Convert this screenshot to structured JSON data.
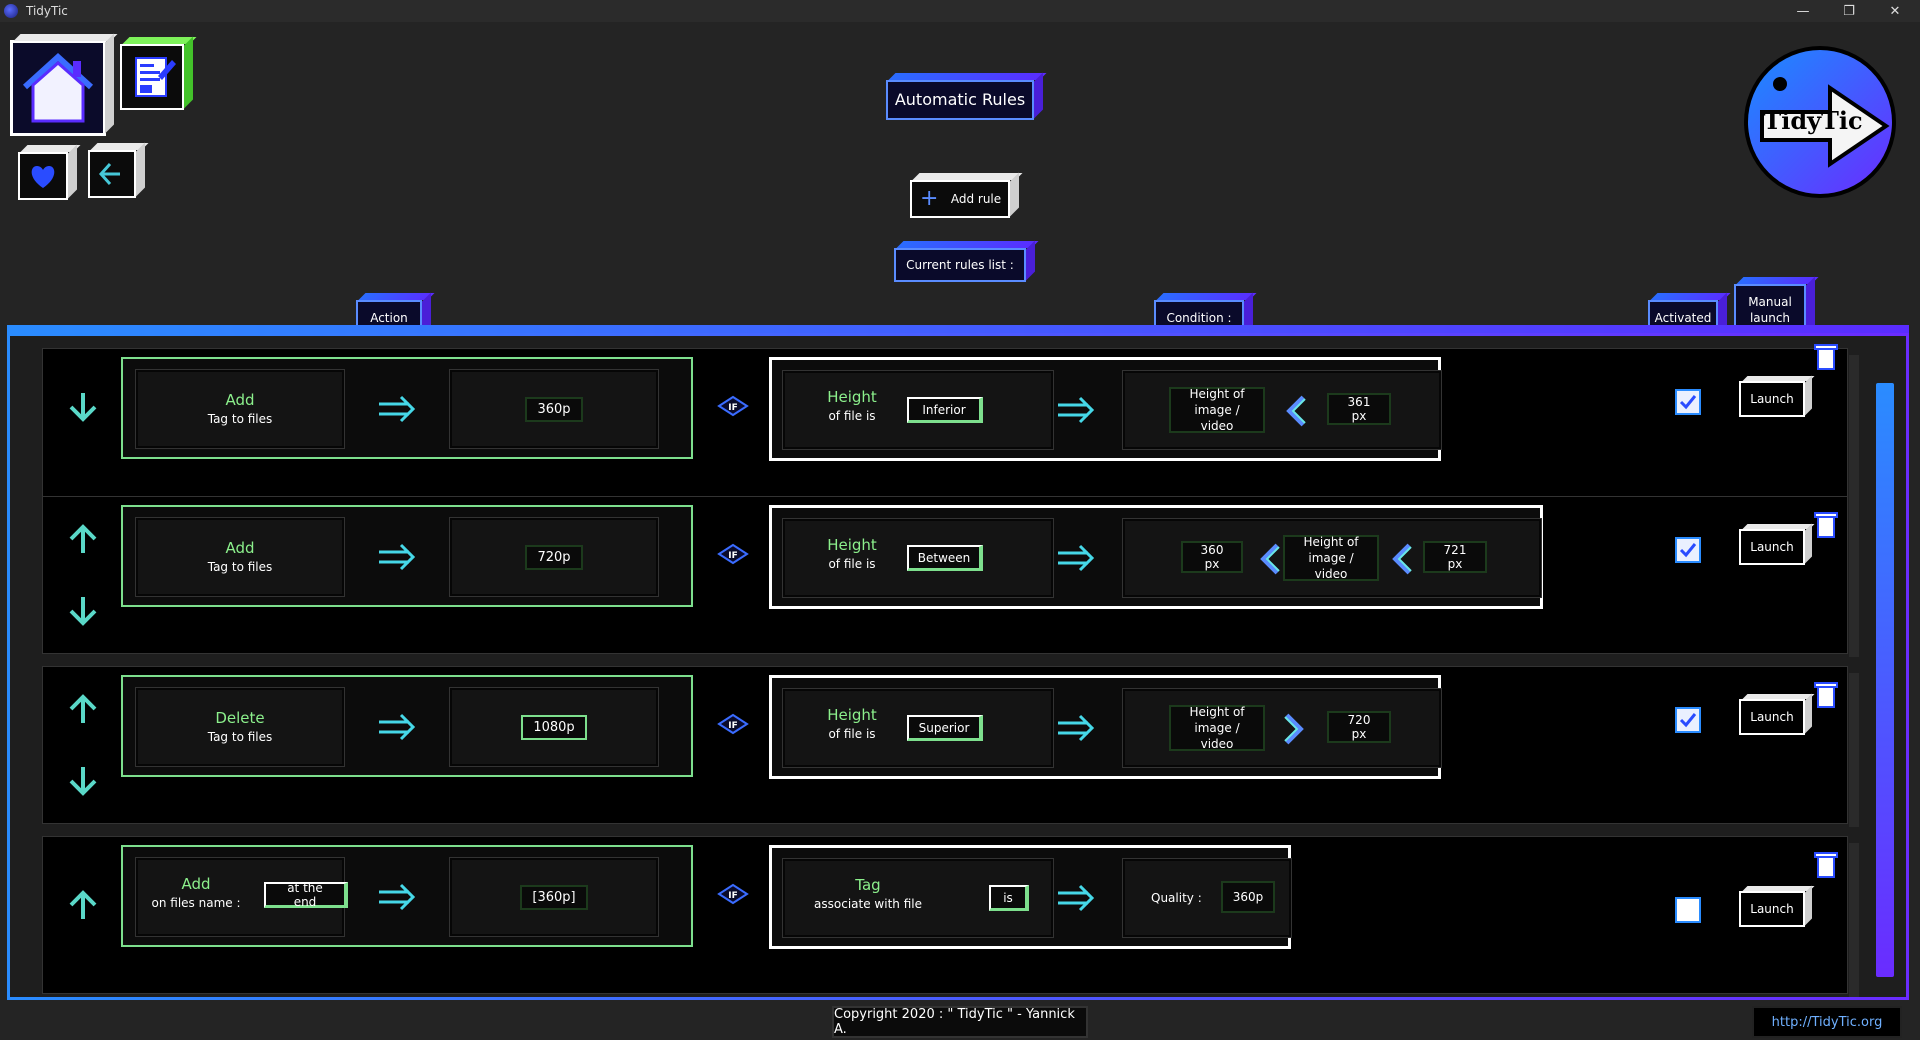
{
  "window": {
    "title": "TidyTic",
    "controls": [
      "—",
      "❐",
      "✕"
    ]
  },
  "header": {
    "page_title": "Automatic Rules",
    "add_rule_label": "Add rule",
    "current_rules_label": "Current rules list :",
    "logo_text": "TidyTic"
  },
  "columns": {
    "action": "Action",
    "condition": "Condition :",
    "activated": "Activated",
    "manual_launch": "Manual launch"
  },
  "if_label": "IF",
  "rules": [
    {
      "action_verb": "Add",
      "action_target": "Tag to files",
      "action_value": "360p",
      "cond_title": "Height",
      "cond_sub": "of file is",
      "cond_op": "Inferior",
      "expr_left": "Height of image / video",
      "expr_right": "361 px",
      "activated": true,
      "launch_label": "Launch"
    },
    {
      "action_verb": "Add",
      "action_target": "Tag to files",
      "action_value": "720p",
      "cond_title": "Height",
      "cond_sub": "of file is",
      "cond_op": "Between",
      "expr_low": "360 px",
      "expr_mid": "Height of image / video",
      "expr_high": "721 px",
      "activated": true,
      "launch_label": "Launch"
    },
    {
      "action_verb": "Delete",
      "action_target": "Tag to files",
      "action_value": "1080p",
      "cond_title": "Height",
      "cond_sub": "of file is",
      "cond_op": "Superior",
      "expr_left": "Height of image / video",
      "expr_right": "720 px",
      "activated": true,
      "launch_label": "Launch"
    },
    {
      "action_verb": "Add",
      "action_target": "on files name :",
      "action_position": "at the end",
      "action_value": "[360p]",
      "cond_title": "Tag",
      "cond_sub": "associate with file",
      "cond_op": "is",
      "expr_label": "Quality :",
      "expr_value": "360p",
      "activated": false,
      "launch_label": "Launch"
    }
  ],
  "footer": {
    "copyright": "Copyright 2020 : \" TidyTic \" - Yannick A.",
    "url": "http://TidyTic.org"
  },
  "colors": {
    "accent_blue": "#2a8cff",
    "accent_purple": "#5a2cff",
    "accent_green": "#7ddf8d",
    "background": "#242424"
  }
}
